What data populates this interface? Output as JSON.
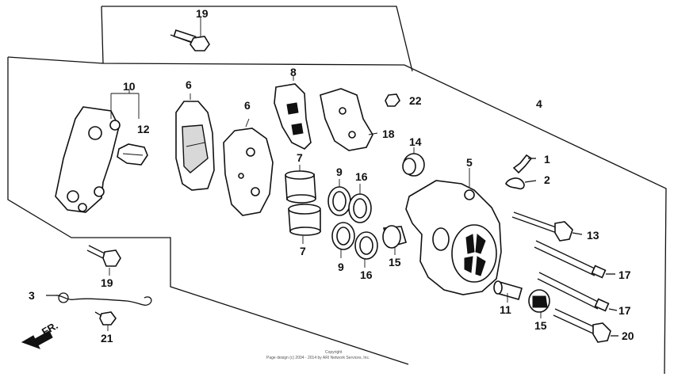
{
  "callouts": {
    "c1": "1",
    "c2": "2",
    "c3": "3",
    "c4": "4",
    "c5": "5",
    "c6a": "6",
    "c6b": "6",
    "c7a": "7",
    "c7b": "7",
    "c8": "8",
    "c9a": "9",
    "c9b": "9",
    "c10": "10",
    "c11": "11",
    "c12": "12",
    "c13": "13",
    "c14": "14",
    "c15a": "15",
    "c15b": "15",
    "c16a": "16",
    "c16b": "16",
    "c17a": "17",
    "c17b": "17",
    "c18": "18",
    "c19a": "19",
    "c19b": "19",
    "c20": "20",
    "c21": "21",
    "c22": "22"
  },
  "direction_label": "FR.",
  "footer": {
    "line1": "Copyright",
    "line2": "Page design (c) 2004 - 2014 by ARI Network Services, Inc."
  }
}
